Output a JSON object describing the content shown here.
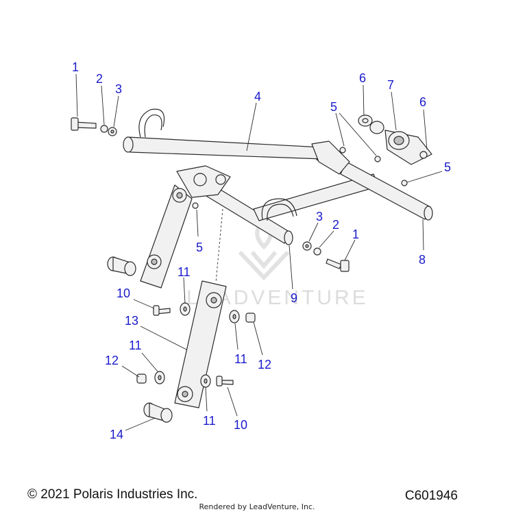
{
  "diagram": {
    "callouts": [
      {
        "id": "c1a",
        "text": "1"
      },
      {
        "id": "c2a",
        "text": "2"
      },
      {
        "id": "c3a",
        "text": "3"
      },
      {
        "id": "c4",
        "text": "4"
      },
      {
        "id": "c5a",
        "text": "5"
      },
      {
        "id": "c6a",
        "text": "6"
      },
      {
        "id": "c7",
        "text": "7"
      },
      {
        "id": "c6b",
        "text": "6"
      },
      {
        "id": "c5b",
        "text": "5"
      },
      {
        "id": "c5c",
        "text": "5"
      },
      {
        "id": "c3b",
        "text": "3"
      },
      {
        "id": "c2b",
        "text": "2"
      },
      {
        "id": "c1b",
        "text": "1"
      },
      {
        "id": "c8",
        "text": "8"
      },
      {
        "id": "c9",
        "text": "9"
      },
      {
        "id": "c11a",
        "text": "11"
      },
      {
        "id": "c10a",
        "text": "10"
      },
      {
        "id": "c13",
        "text": "13"
      },
      {
        "id": "c11b",
        "text": "11"
      },
      {
        "id": "c12a",
        "text": "12"
      },
      {
        "id": "c11c",
        "text": "11"
      },
      {
        "id": "c12b",
        "text": "12"
      },
      {
        "id": "c11d",
        "text": "11"
      },
      {
        "id": "c10b",
        "text": "10"
      },
      {
        "id": "c14",
        "text": "14"
      }
    ],
    "watermark": "LEADVENTURE"
  },
  "footer": {
    "copyright": "© 2021 Polaris Industries Inc.",
    "diagram_id": "C601946",
    "rendered_by": "Rendered by LeadVenture, Inc."
  },
  "colors": {
    "callout": "#1a1acc",
    "line": "#2a2a2a",
    "part_fill": "#f1f1f1"
  }
}
